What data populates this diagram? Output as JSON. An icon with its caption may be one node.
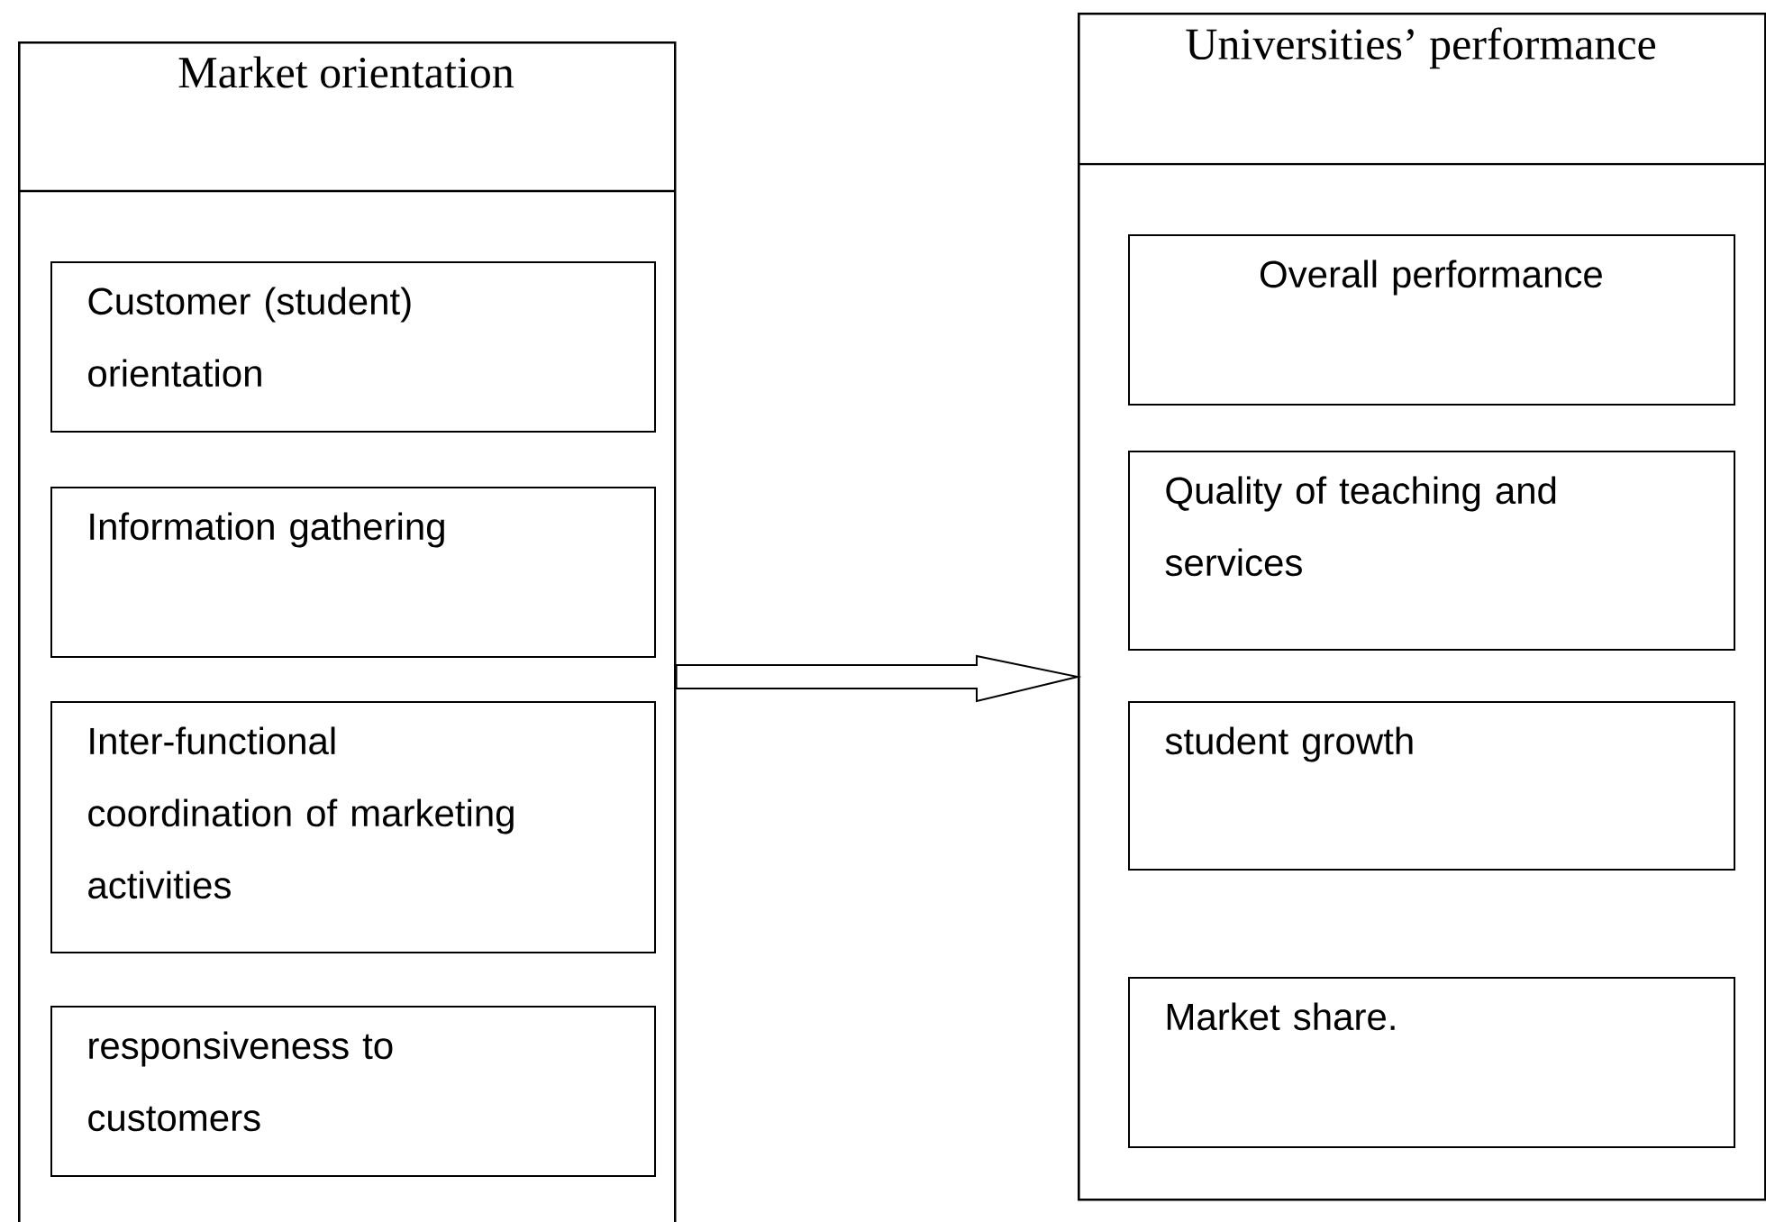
{
  "diagram": {
    "nodes": [
      {
        "text": [
          "Market orientation"
        ]
      },
      {
        "text": [
          "Customer (student) orientation"
        ],
        "in": 0
      },
      {
        "text": [
          "Information gathering"
        ],
        "in": 0
      },
      {
        "text": [
          "Inter-functional coordination of marketing activities"
        ],
        "in": 0
      },
      {
        "text": [
          "responsiveness to customers"
        ],
        "in": 0
      },
      {
        "text": [
          "Universities’ performance"
        ]
      },
      {
        "text": [
          "Overall performance"
        ],
        "in": 5
      },
      {
        "text": [
          "Quality of teaching and services"
        ],
        "in": 5
      },
      {
        "text": [
          "student growth"
        ],
        "in": 5
      },
      {
        "text": [
          "Market share."
        ],
        "in": 5
      }
    ],
    "edges": [
      {
        "from": 0,
        "to": 5,
        "arrow": "to"
      }
    ]
  }
}
